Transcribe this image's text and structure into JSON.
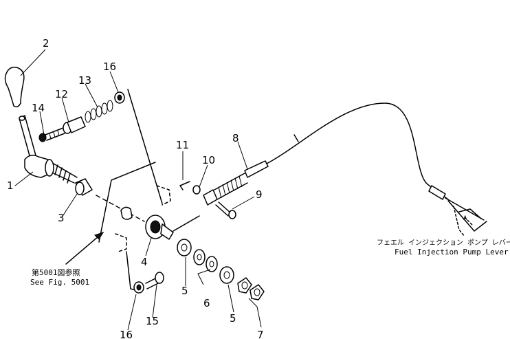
{
  "callouts": {
    "n1": "1",
    "n2": "2",
    "n3": "3",
    "n4": "4",
    "n5a": "5",
    "n5b": "5",
    "n6": "6",
    "n7": "7",
    "n8": "8",
    "n9": "9",
    "n10": "10",
    "n11": "11",
    "n12": "12",
    "n13": "13",
    "n14": "14",
    "n15": "15",
    "n16a": "16",
    "n16b": "16"
  },
  "notes": {
    "see_fig_jp": "第5001図参照",
    "see_fig_en": "See Fig. 5001",
    "pump_lever_jp": "フェエル インジェクション ポンプ レバー",
    "pump_lever_en": "Fuel Injection Pump Lever"
  }
}
